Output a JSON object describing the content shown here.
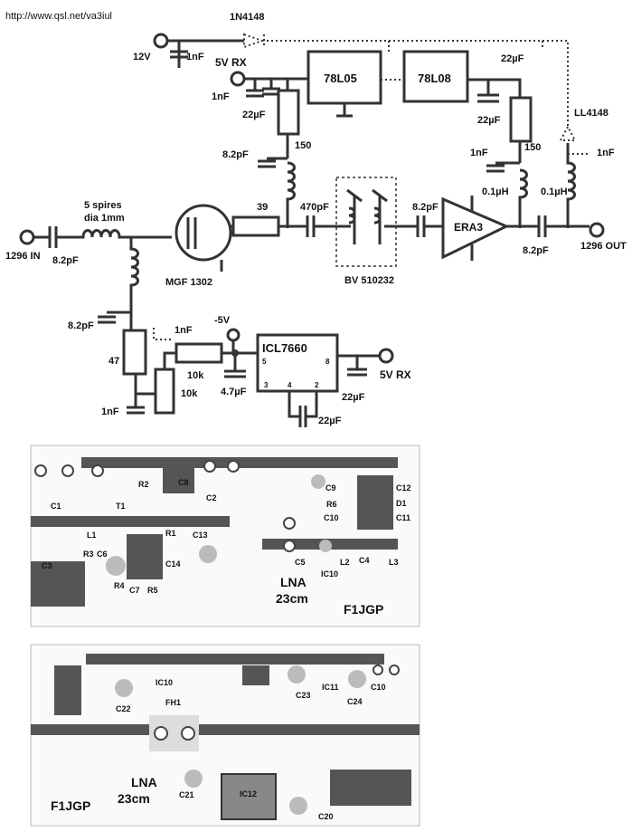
{
  "url": "http://www.qsl.net/va3iul",
  "schematic": {
    "labels": {
      "diode_top": "1N4148",
      "v12": "12V",
      "c_12v": "1nF",
      "v5rx_top": "5V RX",
      "reg1": "78L05",
      "reg2": "78L08",
      "c_22u_topright": "22µF",
      "c_1n_left": "1nF",
      "c_22u_left": "22µF",
      "c_22u_mid": "22µF",
      "diode_right": "LL4148",
      "r150_left": "150",
      "r150_right": "150",
      "c_82p_bias": "8.2pF",
      "c_1n_era": "1nF",
      "l_01u_era": "0.1µH",
      "l_01u_out": "0.1µH",
      "c_1n_out": "1nF",
      "coil_note_1": "5 spires",
      "coil_note_2": "dia 1mm",
      "r39": "39",
      "c470p": "470pF",
      "c_82p_mid": "8.2pF",
      "amp": "ERA3",
      "in": "1296 IN",
      "c_82p_in": "8.2pF",
      "fet": "MGF 1302",
      "filter": "BV 510232",
      "c_82p_out": "8.2pF",
      "out": "1296 OUT",
      "c_82p_shunt": "8.2pF",
      "c_1n_gate": "1nF",
      "neg5v": "-5V",
      "icl": "ICL7660",
      "r47": "47",
      "r10k_a": "10k",
      "r10k_b": "10k",
      "c47u": "4.7µF",
      "c_1n_bottom": "1nF",
      "v5rx_bottom": "5V RX",
      "c_22u_icl_a": "22µF",
      "c_22u_icl_b": "22µF",
      "pin5": "5",
      "pin3": "3",
      "pin4": "4",
      "pin2": "2",
      "pin8": "8"
    }
  },
  "pcb1": {
    "labels": {
      "r2": "R2",
      "c8": "C8",
      "c2": "C2",
      "c9": "C9",
      "c12": "C12",
      "r6": "R6",
      "d1": "D1",
      "c10": "C10",
      "c11": "C11",
      "c1": "C1",
      "t1": "T1",
      "r1": "R1",
      "c13": "C13",
      "l1": "L1",
      "r3": "R3",
      "c6": "C6",
      "c3": "C3",
      "c14": "C14",
      "c5": "C5",
      "l2": "L2",
      "c4": "C4",
      "l3": "L3",
      "ic10": "IC10",
      "r4": "R4",
      "c7": "C7",
      "r5": "R5",
      "lna": "LNA",
      "band": "23cm",
      "call": "F1JGP"
    }
  },
  "pcb2": {
    "labels": {
      "ic10": "IC10",
      "ic11": "IC11",
      "c10": "C10",
      "c22": "C22",
      "fh1": "FH1",
      "c23": "C23",
      "c24": "C24",
      "lna": "LNA",
      "band": "23cm",
      "call": "F1JGP",
      "c21": "C21",
      "ic12": "IC12",
      "c20": "C20"
    }
  }
}
